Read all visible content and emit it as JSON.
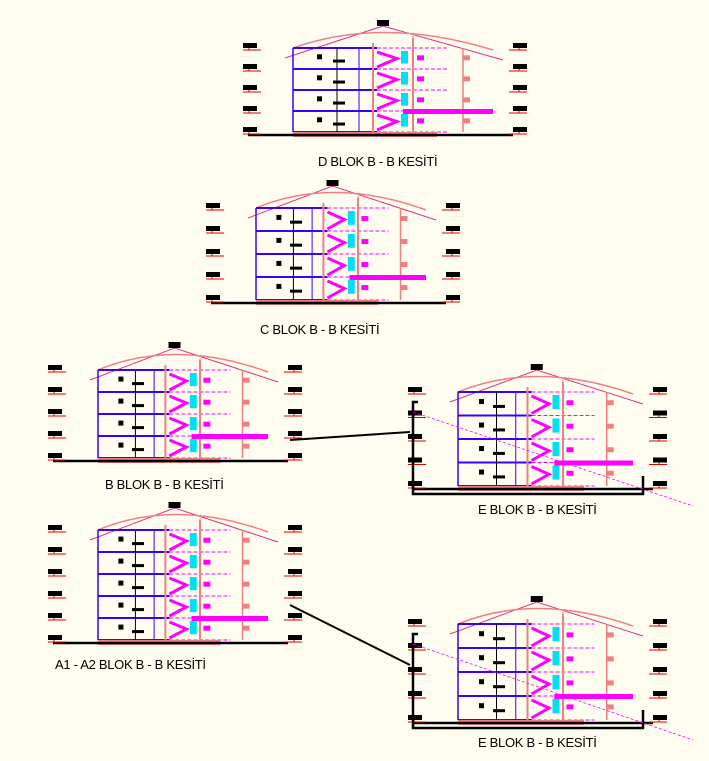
{
  "drawing": {
    "sections": [
      {
        "id": "d",
        "title": "D BLOK B - B  KESİTİ"
      },
      {
        "id": "c",
        "title": "C  BLOK B - B   KESİTİ"
      },
      {
        "id": "b",
        "title": "B  BLOK B - B   KESİTİ"
      },
      {
        "id": "e1",
        "title": "E BLOK B - B   KESİTİ"
      },
      {
        "id": "a",
        "title": "A1 - A2  BLOK B - B   KESİTİ"
      },
      {
        "id": "e2",
        "title": "E BLOK B - B   KESİTİ"
      }
    ],
    "colors": {
      "background": "#fffdf0",
      "floor": "#3a00ff",
      "wall": "#f08080",
      "roof": "#e0308a",
      "stair": "#00e0f0",
      "accent": "#ff00ff",
      "level": "#e00000",
      "label": "#000000"
    }
  }
}
